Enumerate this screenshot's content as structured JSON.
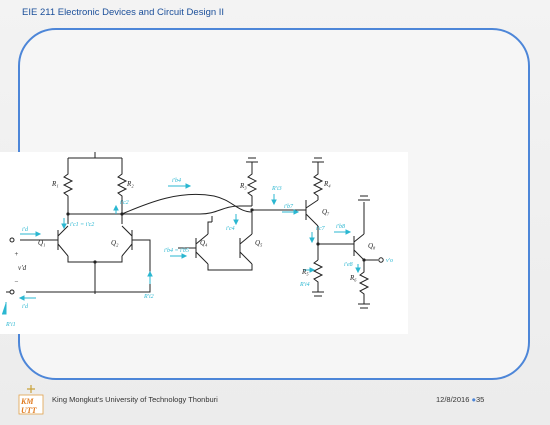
{
  "slide": {
    "header": "EIE 211 Electronic Devices and Circuit Design II",
    "footer_left": "King Mongkut's University of Technology Thonburi",
    "footer_date": "12/8/2016",
    "footer_page": "35",
    "logo_text": "KMUTT"
  },
  "circuit": {
    "R1": "R₁",
    "R2": "R₂",
    "R3": "R₃",
    "R4": "R₄",
    "R5": "R₅",
    "R6": "R₆",
    "Q1": "Q₁",
    "Q2": "Q₂",
    "Q4": "Q₄",
    "Q5": "Q₅",
    "Q7": "Q₇",
    "Q8": "Q₈",
    "ic1_ic2": "i'c1 = i'c2",
    "ic2": "i'c2",
    "ib4": "i'b4",
    "ib4_ib5": "i'b4 = i'b5",
    "ic4": "i'c4",
    "ib7": "i'b7",
    "Ri3": "R'i3",
    "ic7": "i'c7",
    "ib8": "i'b8",
    "ie8": "i'e8",
    "vo": "v'o",
    "Ri2": "R'i2",
    "Ri4": "R'i4",
    "Ri1": "R'i1",
    "id": "i'd",
    "vd": "v'd",
    "plus": "+",
    "minus": "−"
  }
}
